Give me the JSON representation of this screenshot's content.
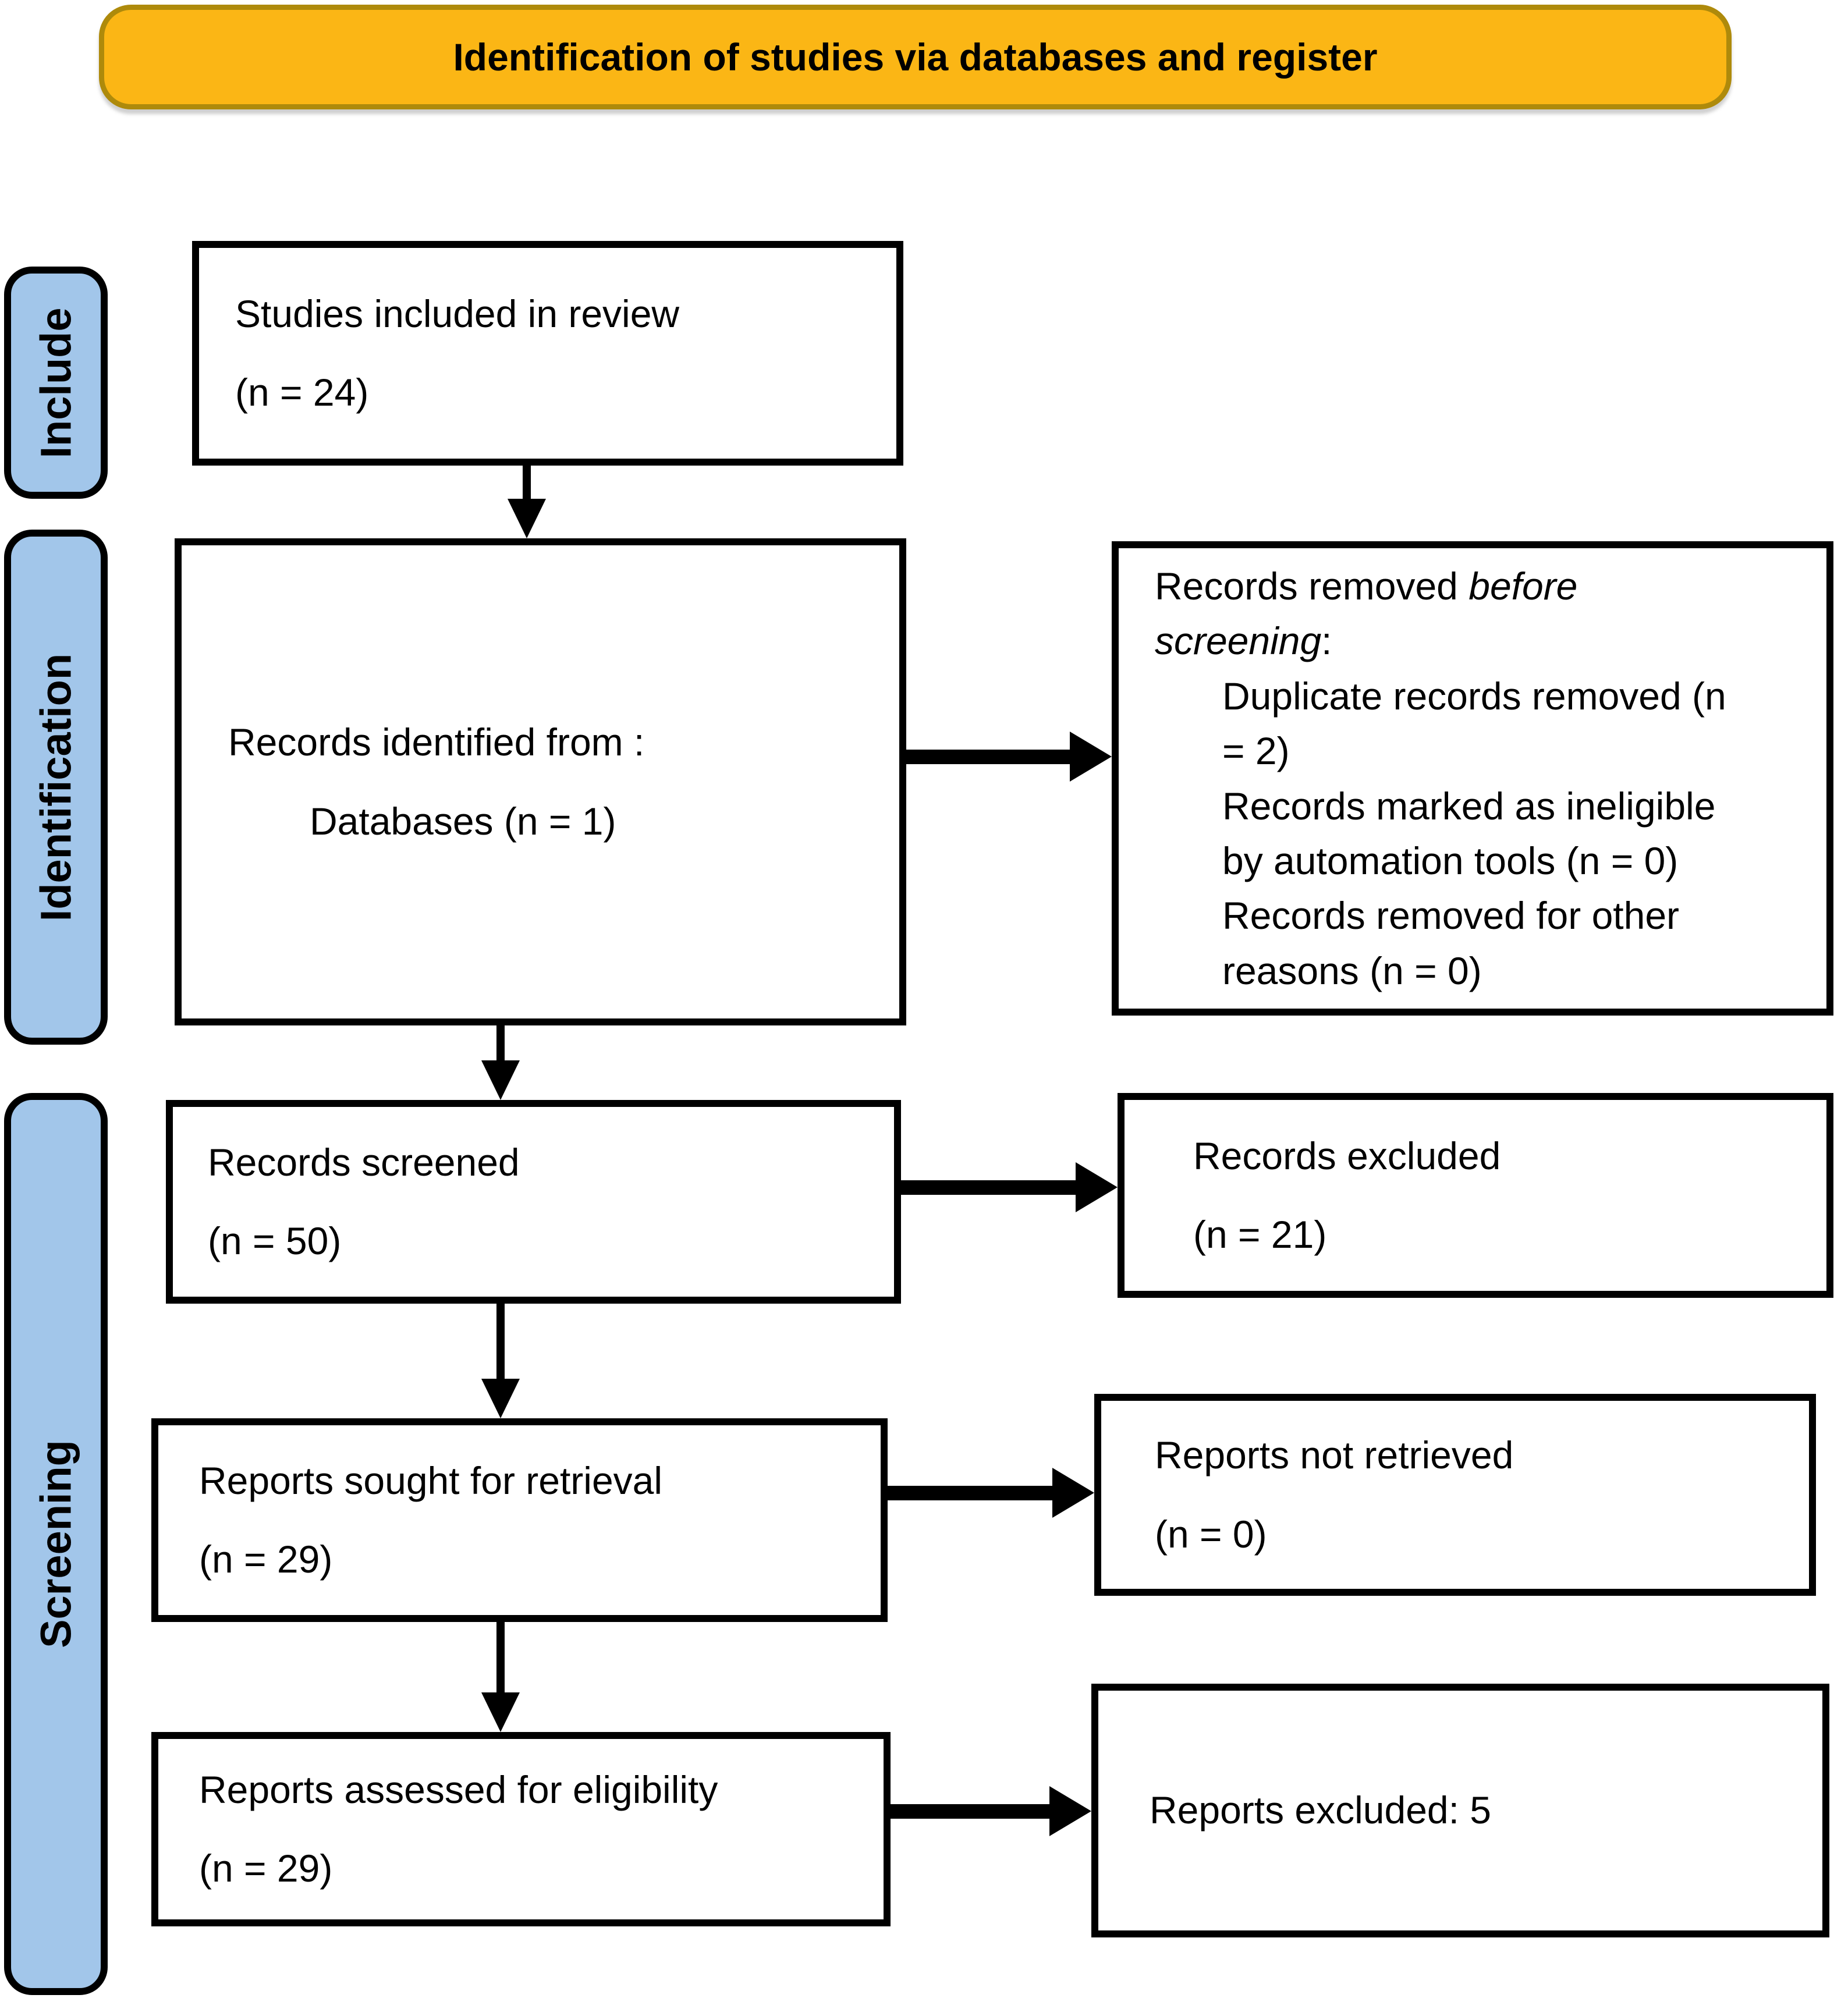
{
  "header": {
    "title": "Identification of studies via databases and register"
  },
  "side_labels": {
    "include": "Include",
    "identification": "Identification",
    "screening": "Screening"
  },
  "boxes": {
    "included": {
      "line1": "Studies included in review",
      "line2": "(n = 24)"
    },
    "identified": {
      "line1": "Records identified from :",
      "line2": "Databases (n = 1)"
    },
    "removed": {
      "l1_regular": "Records removed",
      "l1_italic": "before",
      "l2_italic": "screening",
      "l2_colon": ":",
      "items": [
        [
          "Duplicate records removed (n",
          "= 2)"
        ],
        [
          "Records marked as ineligible",
          "by automation tools (n = 0)"
        ],
        [
          "Records removed for other",
          "reasons (n = 0)"
        ]
      ]
    },
    "screened": {
      "line1": "Records screened",
      "line2": "(n = 50)"
    },
    "records_excluded": {
      "line1": "Records excluded",
      "line2": "(n = 21)"
    },
    "sought": {
      "line1": "Reports sought for retrieval",
      "line2": "(n = 29)"
    },
    "not_retrieved": {
      "line1": "Reports not retrieved",
      "line2": "(n = 0)"
    },
    "assessed": {
      "line1": "Reports assessed for eligibility",
      "line2": "(n = 29)"
    },
    "reports_excluded": {
      "text": "Reports excluded: 5"
    }
  },
  "colors": {
    "banner_fill": "#FBB615",
    "banner_border": "#AE8A0B",
    "side_label_fill": "#A2C6EA",
    "box_border": "#000000",
    "arrow": "#000000"
  }
}
